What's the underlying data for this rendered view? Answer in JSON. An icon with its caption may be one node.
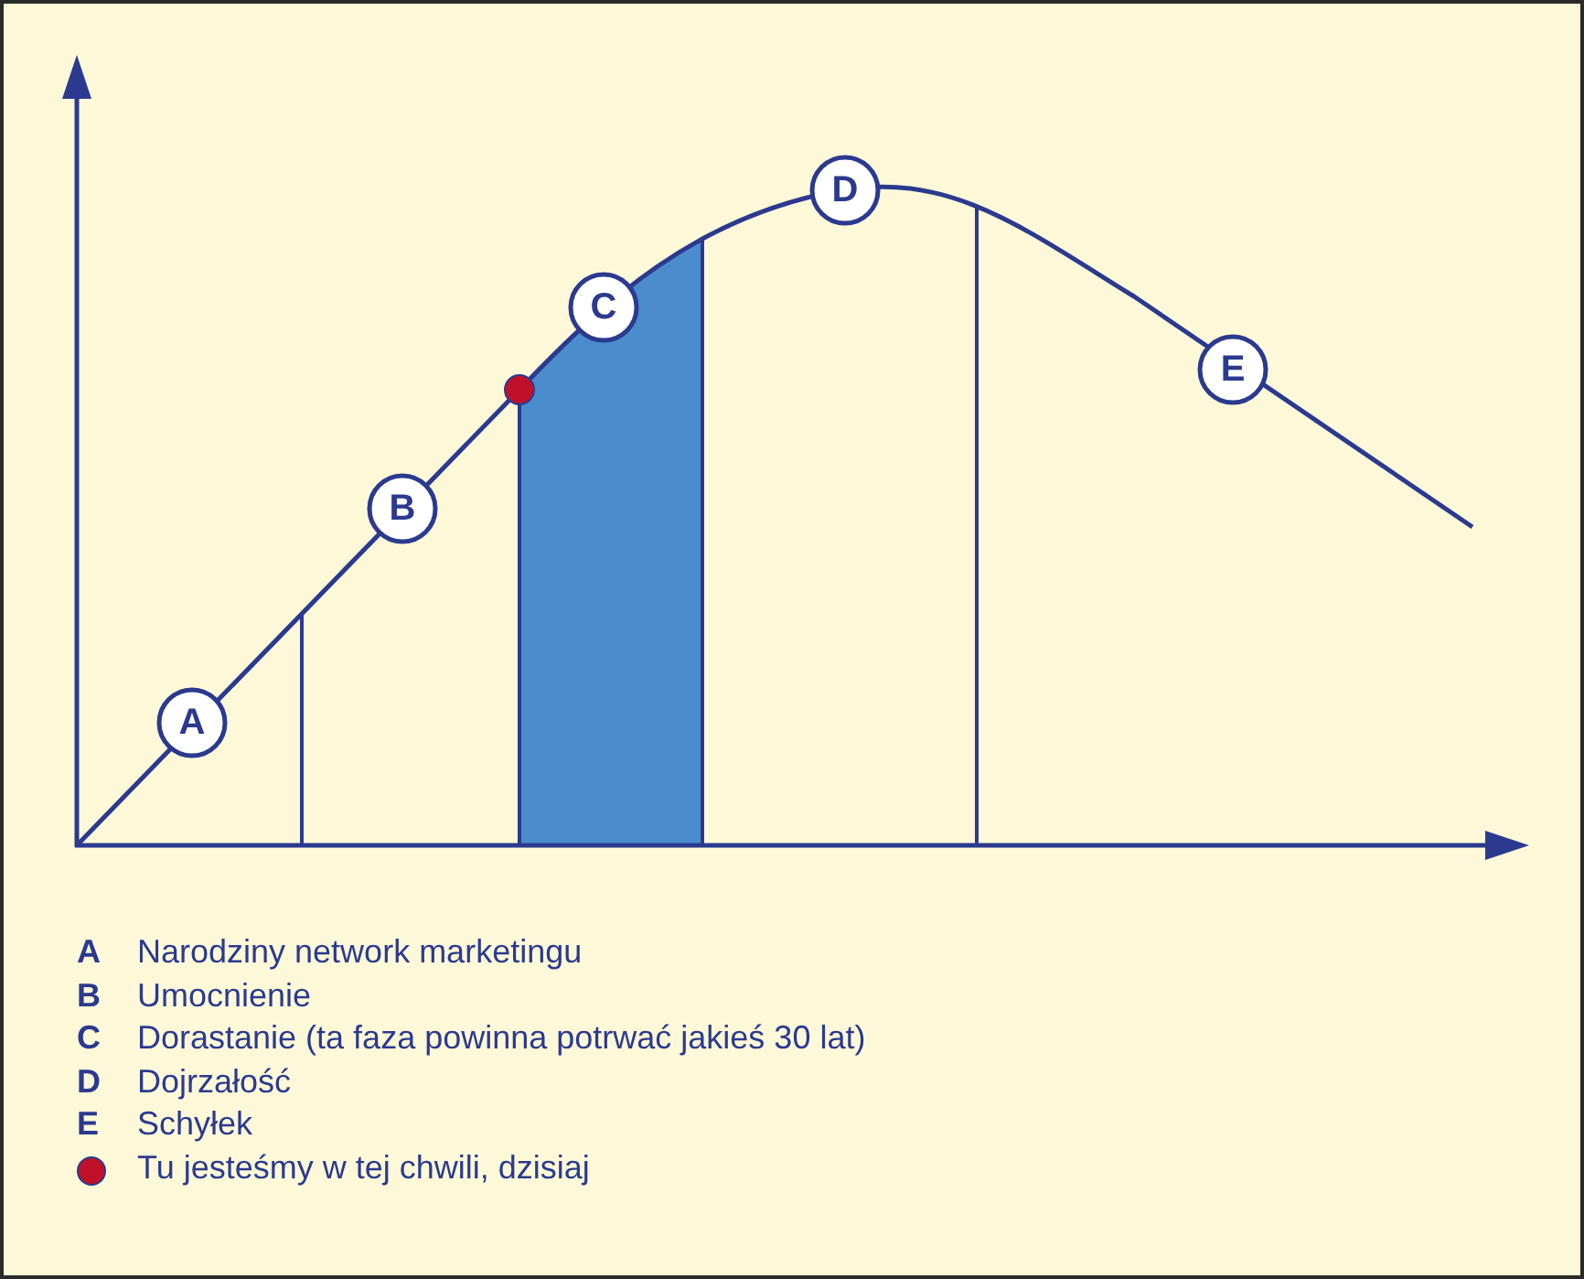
{
  "diagram": {
    "labels": [
      "D",
      "C",
      "E",
      "B",
      "A",
      "A",
      "B",
      "C",
      "D",
      "E"
    ],
    "legend": [
      {
        "text": "Narodziny network marketingu"
      },
      {
        "text": "Umocnienie"
      },
      {
        "text": "Dorastanie (ta faza powinna potrwać jakieś 30 lat)"
      },
      {
        "text": "Dojrzałość"
      },
      {
        "text": "Schyłek"
      },
      {
        "text": "Tu jesteśmy w tej chwili, dzisiaj",
        "color": "#c0112b"
      }
    ]
  }
}
